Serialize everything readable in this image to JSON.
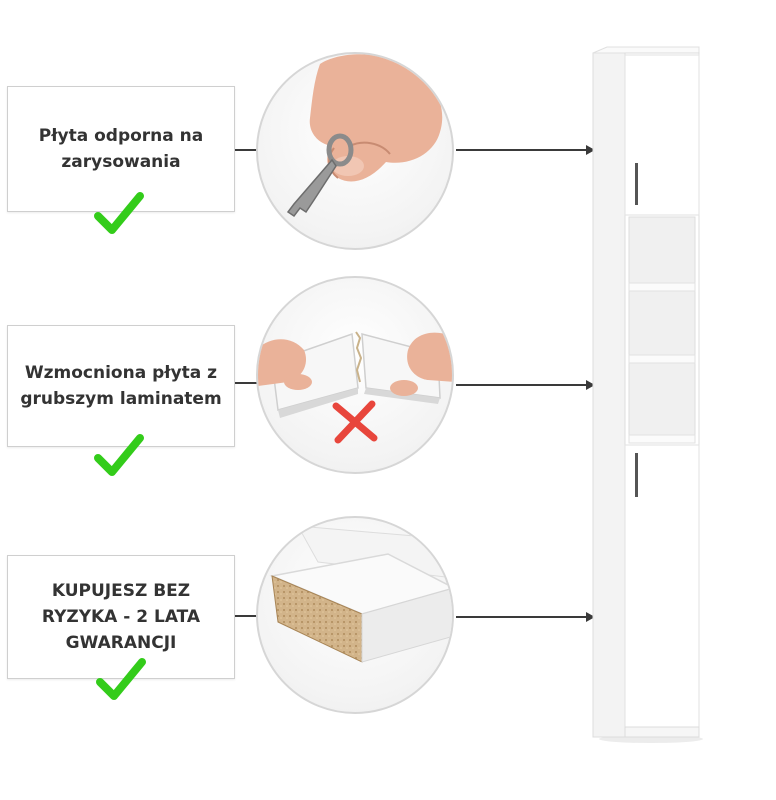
{
  "features": [
    {
      "label_line1": "Płyta odporna na",
      "label_line2": "zarysowania",
      "image": "key-scratch-test-photo",
      "check_icon": "check-icon"
    },
    {
      "label_line1": "Wzmocniona płyta z",
      "label_line2": "grubszym laminatem",
      "image": "board-break-test-photo",
      "check_icon": "check-icon"
    },
    {
      "label_line1": "KUPUJESZ BEZ",
      "label_line2": "RYZYKA - 2 LATA",
      "label_line3": "GWARANCJI",
      "image": "particle-board-edge-photo",
      "check_icon": "check-icon"
    }
  ],
  "product_image": "tall-white-bathroom-cabinet",
  "colors": {
    "check_green": "#33cc1a",
    "cross_red": "#e8463c",
    "text": "#333333",
    "cabinet_white": "#ffffff",
    "handle": "#555555"
  }
}
